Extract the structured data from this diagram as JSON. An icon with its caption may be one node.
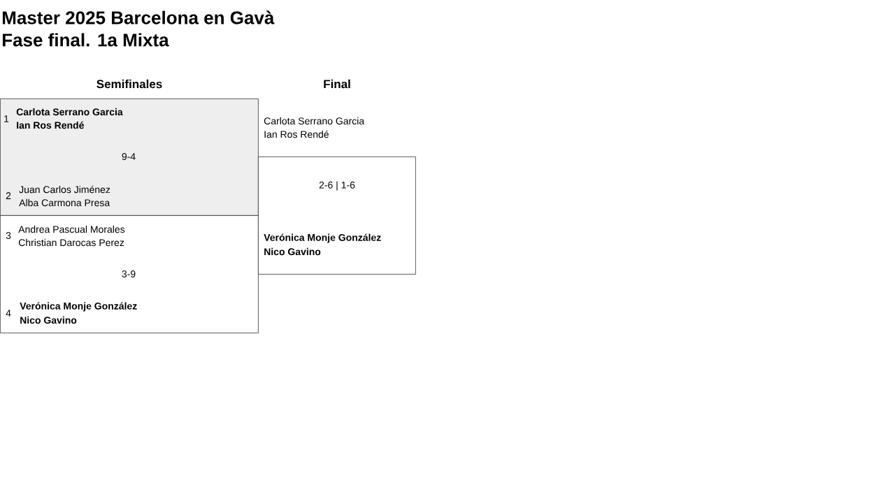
{
  "diagram": {
    "title": "Master 2025 Barcelona en Gavà",
    "nodes": [
      {
        "text": [
          "1",
          "Carlota Serrano Garcia",
          "Ian Ros Rendé",
          "9-4",
          "2",
          "Juan Carlos Jiménez",
          "Alba Carmona Presa"
        ]
      },
      {
        "text": [
          "3",
          "Andrea Pascual Morales",
          "Christian Darocas Perez",
          "3-9",
          "4",
          "Verónica Monje González",
          "Nico Gavino"
        ]
      },
      {
        "text": [
          "Carlota Serrano Garcia",
          "Ian Ros Rendé",
          "2-6 | 1-6",
          "Verónica Monje González",
          "Nico Gavino"
        ]
      }
    ],
    "labels": [
      "Fase final. 1a Mixta",
      "Semifinales",
      "Final"
    ]
  }
}
